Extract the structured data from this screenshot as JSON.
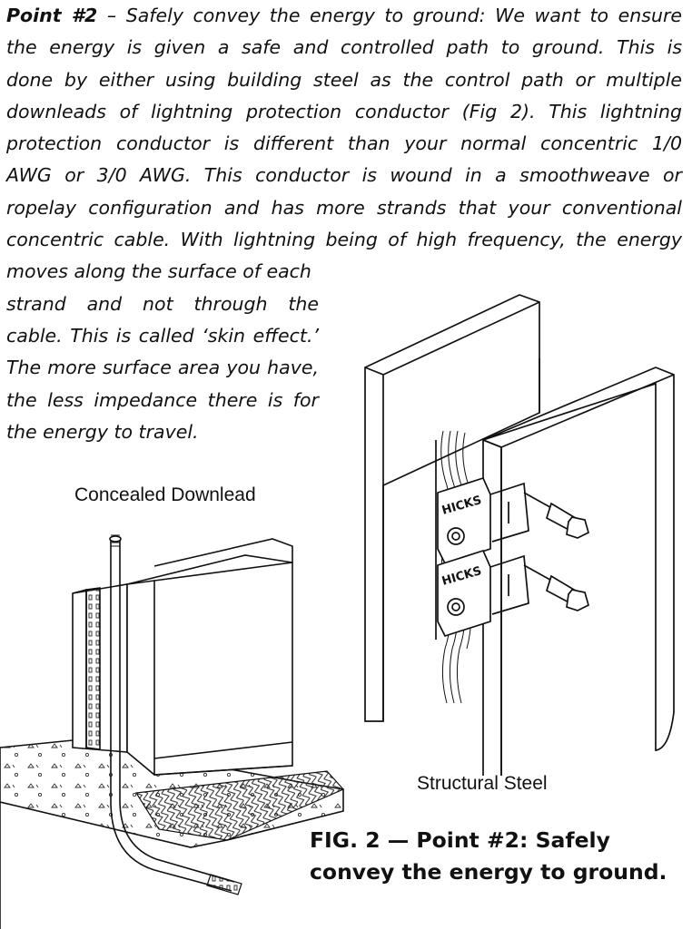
{
  "intro": {
    "point_label": "Point #2",
    "lines": [
      " – Safely convey the energy to ground: We want to ensure",
      "the energy is given a safe and controlled path to ground. This is",
      "done by either using building steel as the control path or multiple",
      "downleads of lightning protection conductor (Fig 2). This lightning",
      "protection conductor is different than your normal concentric 1/0",
      "AWG or 3/0 AWG. This conductor is wound in a smoothweave or",
      "ropelay configuration and has more strands that your conventional",
      "concentric cable. With lightning being of high frequency, the energy",
      "moves along the surface of each",
      "strand and not through the",
      "cable. This is called ‘skin effect.’",
      "The more surface area you have,",
      "the less impedance there is for",
      "the energy to travel."
    ]
  },
  "labels": {
    "concealed": "Concealed Downlead",
    "steel": "Structural Steel"
  },
  "clamp_brand": "HICKS",
  "figure_caption": {
    "line1": "FIG. 2 — Point #2: Safely",
    "line2": "convey the energy to ground."
  }
}
